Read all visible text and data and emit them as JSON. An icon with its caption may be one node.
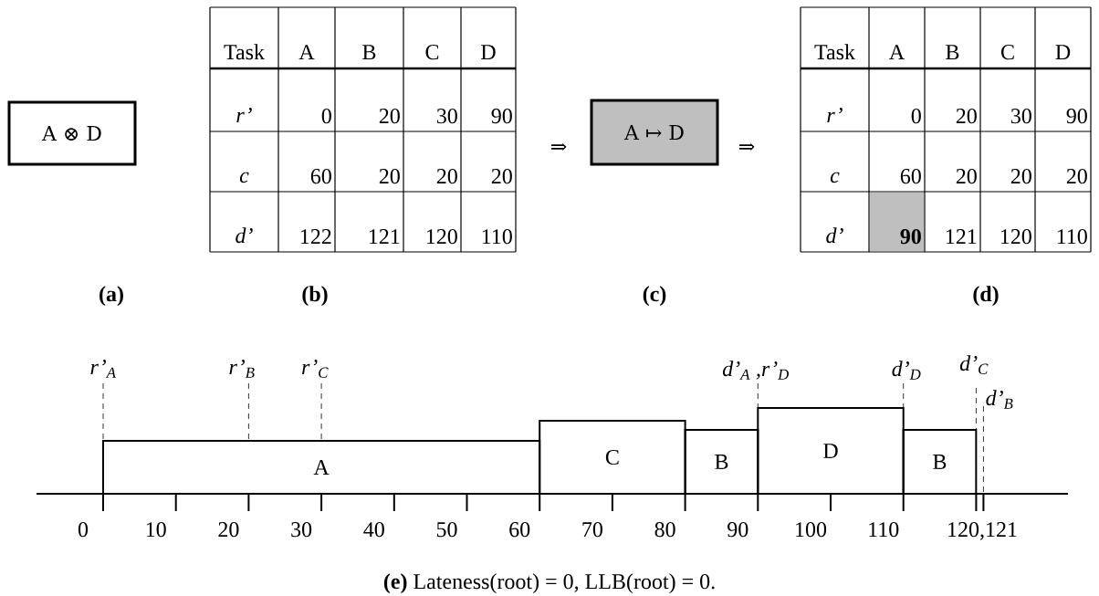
{
  "diagram": {
    "caption": "**(e)** Lateness(root) = 0, LLB(root) = 0.",
    "nodes": [
      {
        "text": [
          "A ⊗ D"
        ]
      },
      {
        "text": [
          "A ↦ D"
        ]
      },
      {
        "text": [
          "A"
        ]
      },
      {
        "text": [
          "C"
        ]
      },
      {
        "text": [
          "B"
        ]
      },
      {
        "text": [
          "D"
        ]
      },
      {
        "text": [
          "B"
        ]
      }
    ],
    "edges": [],
    "labels": [
      "Task",
      "A",
      "B",
      "C",
      "D",
      "r’",
      "0",
      "20",
      "30",
      "90",
      "c",
      "60",
      "20",
      "20",
      "20",
      "d’",
      "122",
      "121",
      "120",
      "110",
      "Task",
      "A",
      "B",
      "C",
      "D",
      "r’",
      "0",
      "20",
      "30",
      "90",
      "c",
      "60",
      "20",
      "20",
      "20",
      "d’",
      "90",
      "121",
      "120",
      "110",
      "⇒",
      "⇒",
      "(a)",
      "(b)",
      "(c)",
      "(d)",
      "r’$_{A}$",
      "r’$_{B}$",
      "r’$_{C}$",
      "d’$_{A}$ ,r’$_{D}$",
      "d’$_{D}$",
      "d’$_{C}$",
      "d’$_{B}$",
      "0",
      "10",
      "20",
      "30",
      "40",
      "50",
      "60",
      "70",
      "80",
      "90",
      "100",
      "110",
      "120,121"
    ]
  }
}
